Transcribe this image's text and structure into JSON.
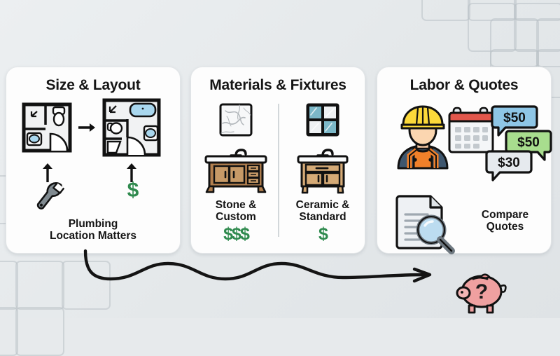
{
  "theme": {
    "background": "#e7eaec",
    "card_background": "#fdfdfd",
    "grid_line": "#b9c1c6",
    "money_green": "#2f8a4e",
    "ink": "#151515",
    "quote_blue": "#8ec6e6",
    "quote_green": "#a8dd8e",
    "quote_gray": "#e6eaee",
    "piggy_pink": "#efa0a0",
    "helmet_yellow": "#fcd93a",
    "overall_orange": "#f0802a",
    "tile_teal": "#7cb8c8",
    "wood_dark": "#b3804f",
    "wood_light": "#d5aa76"
  },
  "cards": [
    {
      "id": "size-layout",
      "title": "Size & Layout",
      "icons": [
        "bathroom-floorplan-small-icon",
        "arrow-right-icon",
        "bathroom-floorplan-large-icon",
        "up-arrow-icon",
        "wrench-icon",
        "up-arrow-icon",
        "dollar-sign-icon"
      ],
      "caption_line_1": "Plumbing",
      "caption_line_2": "Location Matters",
      "cost_marker": "$"
    },
    {
      "id": "materials-fixtures",
      "title": "Materials & Fixtures",
      "columns": [
        {
          "id": "stone-custom",
          "icons": [
            "marble-slab-icon",
            "wood-vanity-icon"
          ],
          "caption_line_1": "Stone &",
          "caption_line_2": "Custom",
          "cost_marker": "$$$"
        },
        {
          "id": "ceramic-standard",
          "icons": [
            "ceramic-tiles-icon",
            "standard-vanity-icon"
          ],
          "caption_line_1": "Ceramic &",
          "caption_line_2": "Standard",
          "cost_marker": "$"
        }
      ]
    },
    {
      "id": "labor-quotes",
      "title": "Labor & Quotes",
      "icons": [
        "construction-worker-icon",
        "calendar-icon",
        "document-icon",
        "magnifier-icon"
      ],
      "quotes": [
        {
          "id": "quote-blue",
          "value": "$50",
          "color": "#8ec6e6"
        },
        {
          "id": "quote-green",
          "value": "$50",
          "color": "#a8dd8e"
        },
        {
          "id": "quote-gray",
          "value": "$30",
          "color": "#e6eaee"
        }
      ],
      "caption_line_1": "Compare",
      "caption_line_2": "Quotes"
    }
  ],
  "footer": {
    "flow_arrow": "squiggly-arrow-right-icon",
    "piggy_bank": "piggy-bank-question-icon",
    "piggy_label": "?"
  }
}
